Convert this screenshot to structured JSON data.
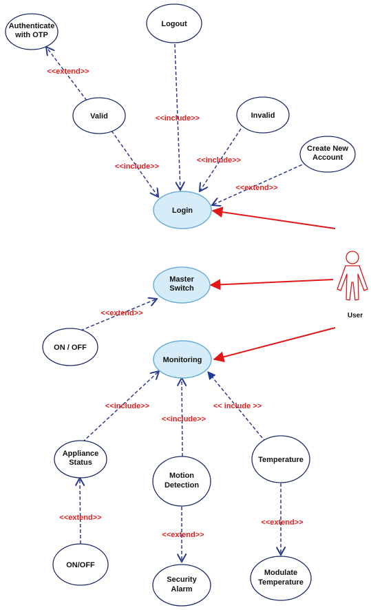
{
  "usecases": {
    "auth_otp": [
      "Authenticate",
      "with OTP"
    ],
    "logout": [
      "Logout"
    ],
    "valid": [
      "Valid"
    ],
    "invalid": [
      "Invalid"
    ],
    "create_account": [
      "Create New",
      "Account"
    ],
    "login": [
      "Login"
    ],
    "master_switch": [
      "Master",
      "Switch"
    ],
    "on_off_master": [
      "ON / OFF"
    ],
    "monitoring": [
      "Monitoring"
    ],
    "appliance_status": [
      "Appliance",
      "Status"
    ],
    "motion_detection": [
      "Motion",
      "Detection"
    ],
    "temperature": [
      "Temperature"
    ],
    "on_off_appliance": [
      "ON/OFF"
    ],
    "security_alarm": [
      "Security",
      "Alarm"
    ],
    "modulate_temperature": [
      "Modulate",
      "Temperature"
    ]
  },
  "relations": {
    "valid_extend_otp": "<<extend>>",
    "logout_include": "<<include>>",
    "valid_include": "<<include>>",
    "invalid_include": "<<include>>",
    "create_extend": "<<extend>>",
    "onoff_extend_master": "<<extend>>",
    "appliance_include": "<<include>>",
    "motion_include": "<<include>>",
    "temperature_include": "<< include >>",
    "appliance_onoff_extend": "<<extend>>",
    "motion_alarm_extend": "<<extend>>",
    "temperature_modulate_extend": "<<extend>>"
  },
  "actor": {
    "name": "User",
    "icon": "person-icon"
  },
  "colors": {
    "primary_fill": "#d6ecf8",
    "primary_stroke": "#6aaed8",
    "ellipse_stroke": "#1c2a66",
    "dash_line": "#2a3a8a",
    "actor_line": "#e01818",
    "relation_text": "#e02020"
  }
}
